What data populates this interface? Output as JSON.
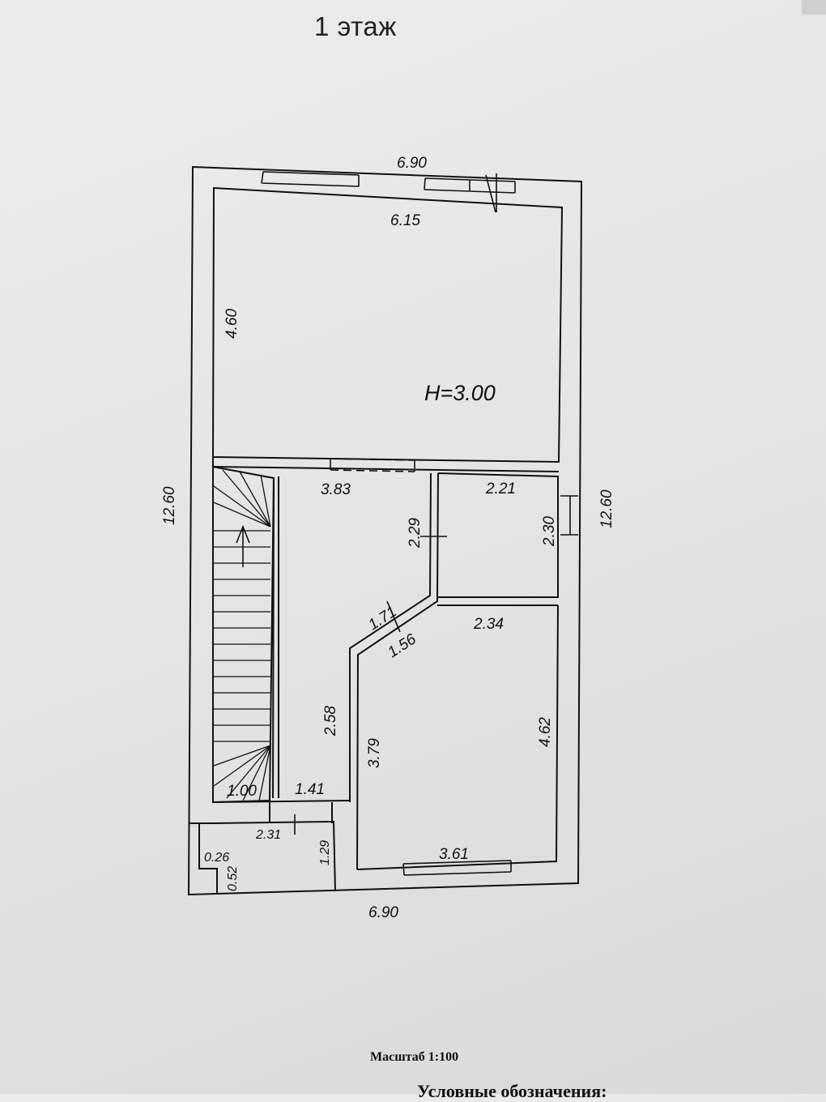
{
  "page": {
    "title": "1 этаж",
    "scale": "Масштаб 1:100",
    "legend_heading": "Условные обозначения:"
  },
  "plan": {
    "ceiling_height": "H=3.00",
    "dimensions": {
      "top_outer_width": "6.90",
      "top_room_width": "6.15",
      "top_room_depth": "4.60",
      "left_outer_length": "12.60",
      "right_outer_length": "12.60",
      "hall_width": "3.83",
      "hall_depth": "2.29",
      "small_room_width": "2.21",
      "small_room_depth": "2.30",
      "diagonal_outer": "1.71",
      "diagonal_inner": "1.56",
      "bottom_room_top_width": "2.34",
      "bottom_room_right_depth": "4.62",
      "bottom_room_left_depth": "3.79",
      "bottom_room_width": "3.61",
      "corridor_depth": "2.58",
      "stair_landing": "1.00",
      "corridor_width": "1.41",
      "vestibule_width": "2.31",
      "vestibule_depth": "1.29",
      "niche_width": "0.26",
      "niche_depth": "0.52",
      "bottom_outer_width": "6.90"
    }
  }
}
